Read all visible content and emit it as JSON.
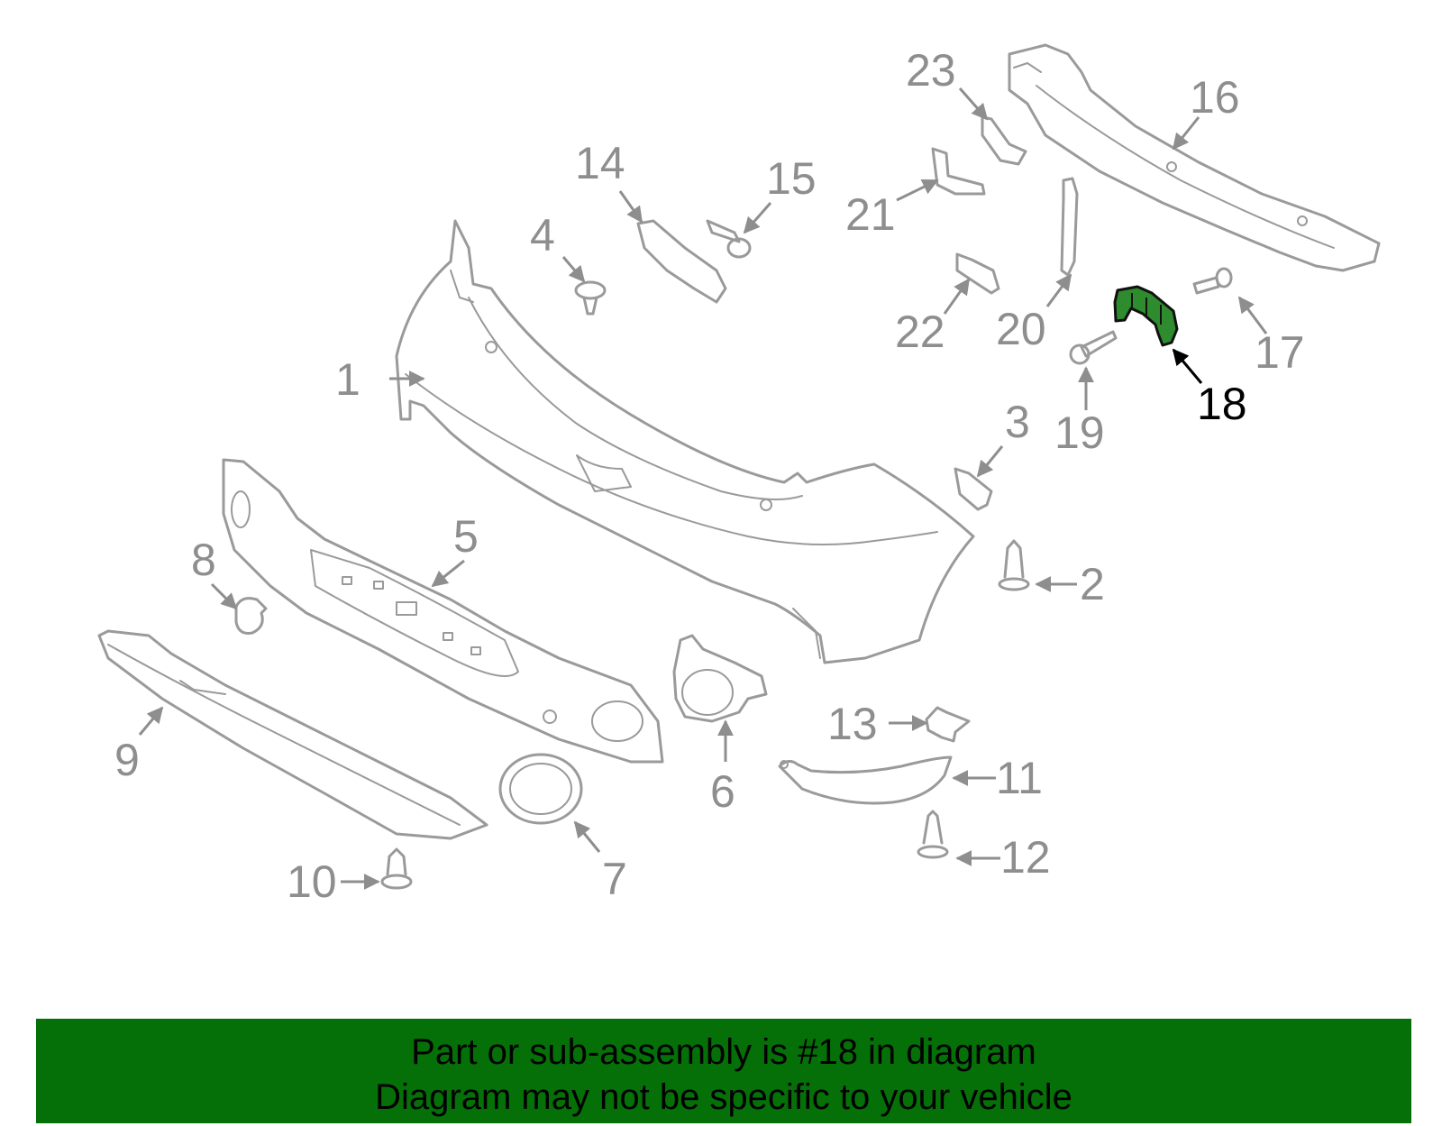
{
  "diagram": {
    "callouts": [
      "1",
      "2",
      "3",
      "4",
      "5",
      "6",
      "7",
      "8",
      "9",
      "10",
      "11",
      "12",
      "13",
      "14",
      "15",
      "16",
      "17",
      "18",
      "19",
      "20",
      "21",
      "22",
      "23"
    ],
    "highlighted_part": "18",
    "highlight_color": "#2e8b2e"
  },
  "footer": {
    "line1": "Part or sub-assembly is #18 in diagram",
    "line2": "Diagram may not be specific to your vehicle",
    "background_color": "#067008"
  }
}
